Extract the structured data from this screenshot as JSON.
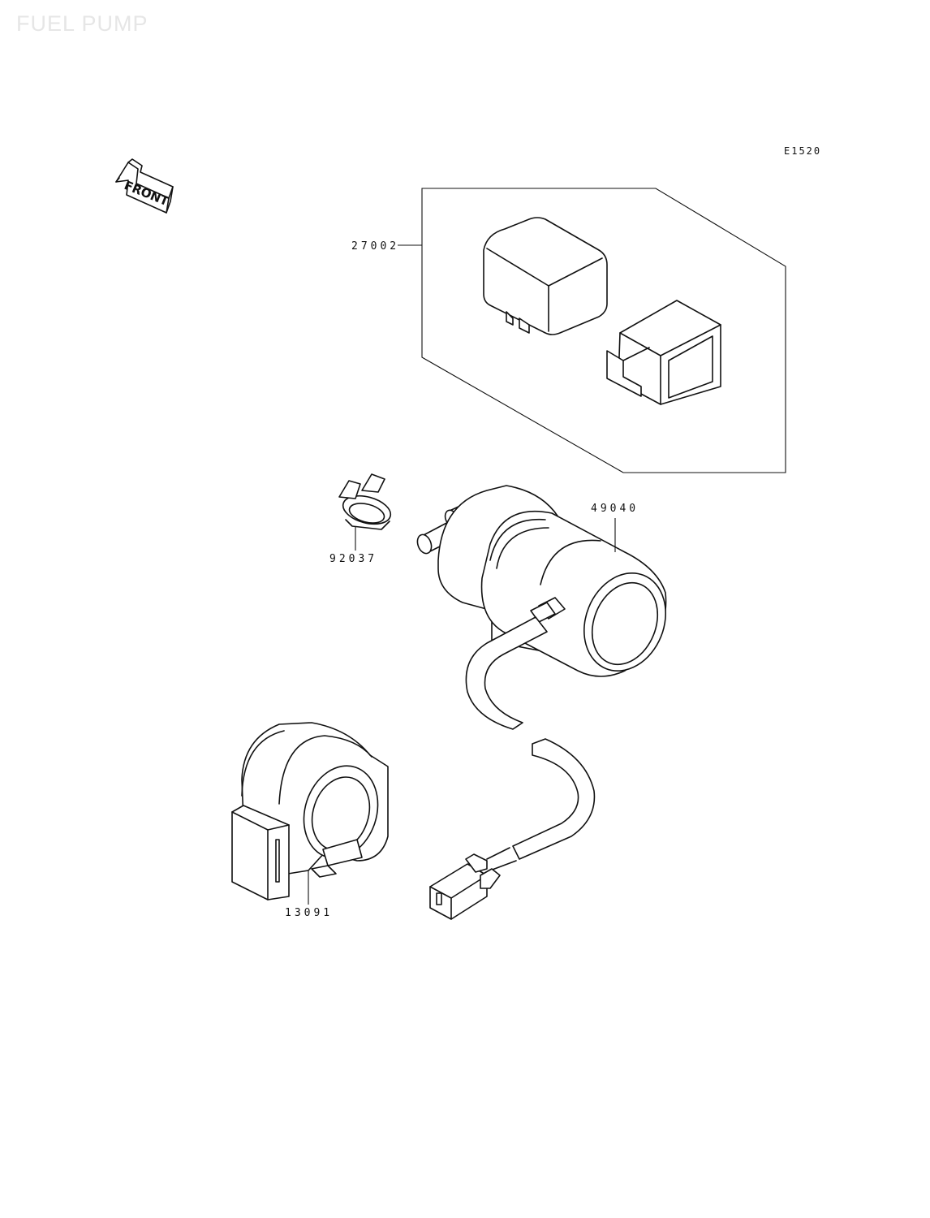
{
  "page": {
    "title": "FUEL PUMP"
  },
  "diagram": {
    "code": "E1520",
    "front_label": "FRONT",
    "parts": [
      {
        "number": "27002",
        "name": "relay-kit"
      },
      {
        "number": "49040",
        "name": "fuel-pump"
      },
      {
        "number": "92037",
        "name": "clamp"
      },
      {
        "number": "13091",
        "name": "holder"
      }
    ]
  }
}
